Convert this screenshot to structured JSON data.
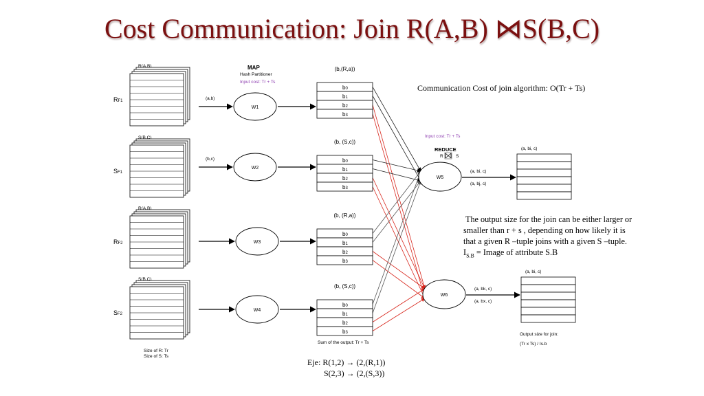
{
  "title": "Cost Communication: Join R(A,B) ⋈S(B,C)",
  "comm_cost_text": "Communication Cost of join algorithm:  O(Tr + Ts)",
  "map": {
    "title": "MAP",
    "subtitle": "Hash Partitioner",
    "input_cost": "Input cost: Tr + Ts"
  },
  "inputs": [
    {
      "schema": "R(A,B)",
      "file": "RF1",
      "edge": "(a,b)",
      "worker": "W1"
    },
    {
      "schema": "S(B,C)",
      "file": "SF1",
      "edge": "(b,c)",
      "worker": "W2"
    },
    {
      "schema": "R(A,B)",
      "file": "RF2",
      "edge": "",
      "worker": "W3"
    },
    {
      "schema": "S(B,C)",
      "file": "SF2",
      "edge": "",
      "worker": "W4"
    }
  ],
  "partitions": [
    {
      "header": "(b,(R,a))",
      "rows": [
        "b0",
        "b1",
        "b2",
        "b3"
      ]
    },
    {
      "header": "(b, (S,c))",
      "rows": [
        "b0",
        "b1",
        "b2",
        "b3"
      ]
    },
    {
      "header": "(b, (R,a))",
      "rows": [
        "b0",
        "b1",
        "b2",
        "b3"
      ]
    },
    {
      "header": "(b, (S,c))",
      "rows": [
        "b0",
        "b1",
        "b2",
        "b3"
      ]
    }
  ],
  "reduce": {
    "input_cost": "Input cost: Tr + Ts",
    "title": "REDUCE",
    "join_label_r": "R",
    "join_label_s": "S"
  },
  "reducers": [
    {
      "name": "W5",
      "out1": "(a, bi, c)",
      "out2": "(a, bj, c)",
      "table_header": "(a, bi, c)"
    },
    {
      "name": "W6",
      "out1": "(a, bk, c)",
      "out2": "(a, bx, c)",
      "table_header": "(a, bi, c)"
    }
  ],
  "sum_output": "Sum of the output: Tr + Ts",
  "size_r": "Size of R: Tr",
  "size_s": "Size of S: Ts",
  "output_size_label": "Output size for join:",
  "output_size_formula": "(Tr x Ts) / Is.b",
  "description": {
    "line1": "The output size for the join can be either larger or",
    "line2": "smaller than r  + s ,  depending on how likely it is",
    "line3": "that a given R –tuple joins with a given S –tuple.",
    "line4_prefix": "I",
    "line4_sub": "S.B",
    "line4_rest": " = Image of attribute S.B"
  },
  "example": {
    "line1": "Eje: R(1,2) → (2,(R,1))",
    "line2": "S(2,3) → (2,(S,3))"
  },
  "colors": {
    "title": "#7b1010",
    "red_arrow": "#d8261c",
    "input_cost": "#8e3fb0"
  }
}
